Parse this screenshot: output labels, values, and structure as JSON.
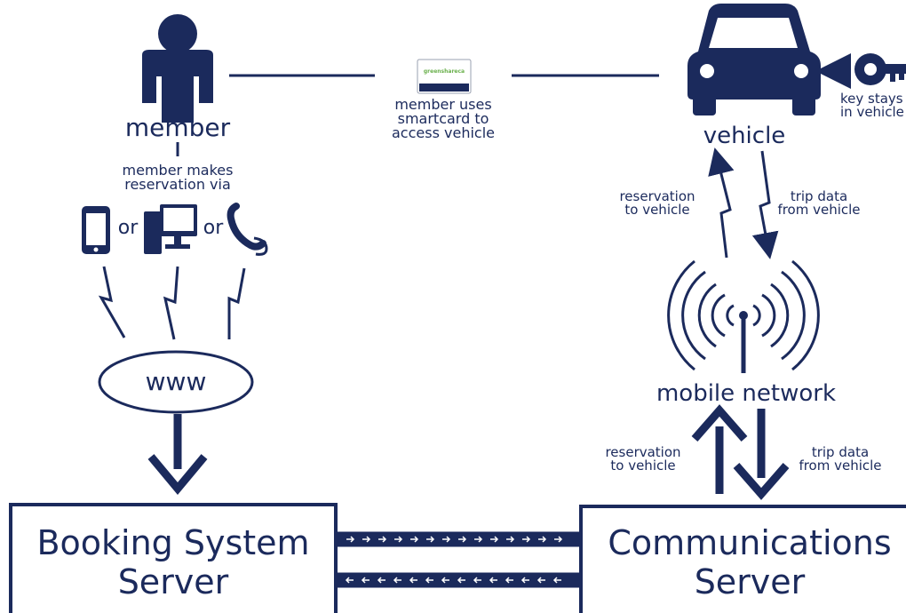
{
  "colors": {
    "primary": "#1b2a5c",
    "background": "#ffffff",
    "card_green": "#6ab04c"
  },
  "nodes": {
    "member": "member",
    "member_makes": "member makes\nreservation via",
    "or1": "or",
    "or2": "or",
    "www": "www",
    "booking_server": "Booking System\nServer",
    "vehicle": "vehicle",
    "key_stays": "key stays\nin vehicle",
    "mobile_network": "mobile network",
    "communications_server": "Communications\nServer"
  },
  "edges": {
    "smartcard": "member uses\nsmartcard to\naccess vehicle",
    "reservation_upper": "reservation\nto vehicle",
    "trip_upper": "trip data\nfrom vehicle",
    "reservation_lower": "reservation\nto vehicle",
    "trip_lower": "trip data\nfrom vehicle"
  },
  "smartcard_logo": "greenshareca",
  "icons": [
    "person-icon",
    "smartcard-icon",
    "car-icon",
    "key-icon",
    "phone-icon",
    "computer-icon",
    "telephone-icon",
    "antenna-icon"
  ]
}
